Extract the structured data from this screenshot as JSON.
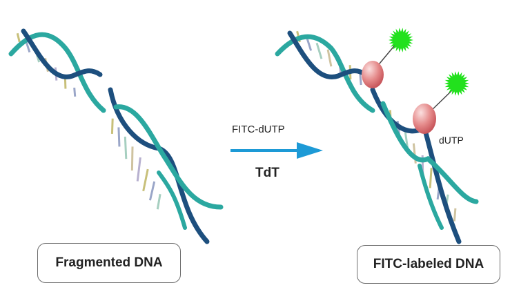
{
  "left_panel": {
    "caption": "Fragmented DNA"
  },
  "right_panel": {
    "caption": "FITC-labeled DNA",
    "nucleotide_label": "dUTP"
  },
  "reaction": {
    "substrate_label": "FITC-dUTP",
    "enzyme_label": "TdT"
  },
  "colors": {
    "strand_dark": "#1d4f7e",
    "strand_teal": "#2ba8a0",
    "arrow": "#1d9ad6",
    "dutp_bead": "#e07f7f",
    "fitc": "#22e11d",
    "base_colors": [
      "#c8c07a",
      "#9aa6c8",
      "#a6cfc0",
      "#cfc3a0",
      "#b7b0cf"
    ]
  },
  "icons": [
    "dna-helix-icon",
    "fitc-starburst-icon",
    "dutp-bead-icon",
    "arrow-right-icon"
  ]
}
